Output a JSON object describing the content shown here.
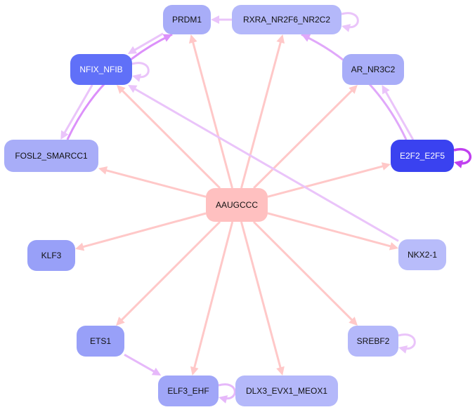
{
  "graph": {
    "center": {
      "id": "AAUGCCC",
      "label": "AAUGCCC",
      "color": "#ffc0c0",
      "text_color": "#111111"
    },
    "nodes": [
      {
        "id": "PRDM1",
        "label": "PRDM1",
        "color": "#a8adf8",
        "text_color": "#111111"
      },
      {
        "id": "RXRA",
        "label": "RXRA_NR2F6_NR2C2",
        "color": "#b4b8fa",
        "text_color": "#111111"
      },
      {
        "id": "NFIX",
        "label": "NFIX_NFIB",
        "color": "#6070f8",
        "text_color": "#ffffff"
      },
      {
        "id": "AR",
        "label": "AR_NR3C2",
        "color": "#a8adf8",
        "text_color": "#111111"
      },
      {
        "id": "FOSL2",
        "label": "FOSL2_SMARCC1",
        "color": "#a8adf8",
        "text_color": "#111111"
      },
      {
        "id": "E2F2",
        "label": "E2F2_E2F5",
        "color": "#3a42f0",
        "text_color": "#ffffff"
      },
      {
        "id": "KLF3",
        "label": "KLF3",
        "color": "#98a0f8",
        "text_color": "#111111"
      },
      {
        "id": "NKX2",
        "label": "NKX2-1",
        "color": "#b8bcfa",
        "text_color": "#111111"
      },
      {
        "id": "ETS1",
        "label": "ETS1",
        "color": "#98a0f8",
        "text_color": "#111111"
      },
      {
        "id": "SREBF2",
        "label": "SREBF2",
        "color": "#b4b8fa",
        "text_color": "#111111"
      },
      {
        "id": "ELF3",
        "label": "ELF3_EHF",
        "color": "#a0a6f8",
        "text_color": "#111111"
      },
      {
        "id": "DLX3",
        "label": "DLX3_EVX1_MEOX1",
        "color": "#b4b8fa",
        "text_color": "#111111"
      }
    ],
    "edges": [
      {
        "from": "AAUGCCC",
        "to": "PRDM1",
        "color": "#ffc8c8"
      },
      {
        "from": "AAUGCCC",
        "to": "RXRA",
        "color": "#ffc8c8"
      },
      {
        "from": "AAUGCCC",
        "to": "NFIX",
        "color": "#ffc8c8"
      },
      {
        "from": "AAUGCCC",
        "to": "AR",
        "color": "#ffc8c8"
      },
      {
        "from": "AAUGCCC",
        "to": "FOSL2",
        "color": "#ffc8c8"
      },
      {
        "from": "AAUGCCC",
        "to": "E2F2",
        "color": "#ffc8c8"
      },
      {
        "from": "AAUGCCC",
        "to": "KLF3",
        "color": "#ffc8c8"
      },
      {
        "from": "AAUGCCC",
        "to": "NKX2",
        "color": "#ffc8c8"
      },
      {
        "from": "AAUGCCC",
        "to": "ETS1",
        "color": "#ffc8c8"
      },
      {
        "from": "AAUGCCC",
        "to": "SREBF2",
        "color": "#ffc8c8"
      },
      {
        "from": "AAUGCCC",
        "to": "ELF3",
        "color": "#ffc8c8"
      },
      {
        "from": "AAUGCCC",
        "to": "DLX3",
        "color": "#ffc8c8"
      },
      {
        "from": "RXRA",
        "to": "PRDM1",
        "color": "#eac4fa"
      },
      {
        "from": "RXRA",
        "to": "RXRA",
        "color": "#eac4fa"
      },
      {
        "from": "PRDM1",
        "to": "NFIX",
        "color": "#eac4fa"
      },
      {
        "from": "NFIX",
        "to": "NFIX",
        "color": "#eac4fa"
      },
      {
        "from": "NFIX",
        "to": "FOSL2",
        "color": "#eac4fa"
      },
      {
        "from": "FOSL2",
        "to": "PRDM1",
        "color": "#dc90fa"
      },
      {
        "from": "E2F2",
        "to": "RXRA",
        "color": "#e0a8fa"
      },
      {
        "from": "E2F2",
        "to": "AR",
        "color": "#eac4fa"
      },
      {
        "from": "E2F2",
        "to": "E2F2",
        "color": "#c040f0"
      },
      {
        "from": "NKX2",
        "to": "NFIX",
        "color": "#eac4fa"
      },
      {
        "from": "ETS1",
        "to": "ELF3",
        "color": "#e6b8fa"
      },
      {
        "from": "ELF3",
        "to": "ELF3",
        "color": "#e6b8fa"
      },
      {
        "from": "SREBF2",
        "to": "SREBF2",
        "color": "#eac4fa"
      }
    ]
  }
}
